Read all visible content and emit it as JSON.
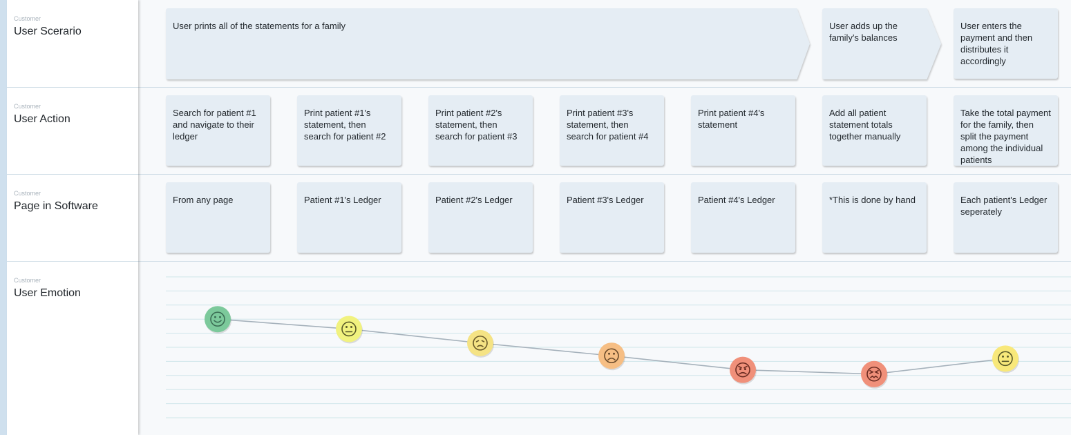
{
  "rows": [
    {
      "small": "Customer",
      "label": "User Scerario"
    },
    {
      "small": "Customer",
      "label": "User Action"
    },
    {
      "small": "Customer",
      "label": "Page in Software"
    },
    {
      "small": "Customer",
      "label": "User Emotion"
    }
  ],
  "scenarios": [
    "User prints all of the statements for a family",
    "User adds up the family's balances",
    "User enters the payment and then distributes it accordingly"
  ],
  "actions": [
    "Search for patient #1 and navigate to their ledger",
    "Print patient #1's statement, then search for patient #2",
    "Print patient #2's statement, then search for patient #3",
    "Print patient #3's statement, then search for patient #4",
    "Print patient #4's statement",
    "Add all patient statement totals together manually",
    "Take the total payment for the family, then split the payment among the individual patients"
  ],
  "pages": [
    "From any page",
    "Patient #1's Ledger",
    "Patient #2's Ledger",
    "Patient #3's Ledger",
    "Patient #4's Ledger",
    "*This is done by hand",
    "Each patient's Ledger seperately"
  ],
  "chart_data": {
    "type": "line",
    "x": [
      1,
      2,
      3,
      4,
      5,
      6,
      7
    ],
    "emotion_levels": [
      4,
      3.3,
      2.3,
      1.4,
      0.4,
      0.1,
      1.2
    ],
    "ylim": [
      -3,
      7
    ],
    "grid": true,
    "emotions": [
      {
        "icon": "smiling-face-icon",
        "color": "#7cc99b",
        "face": "#3c6e55"
      },
      {
        "icon": "neutral-face-icon",
        "color": "#f1f27f",
        "face": "#5a5a2a"
      },
      {
        "icon": "weary-face-icon",
        "color": "#f5e384",
        "face": "#6a5a2a"
      },
      {
        "icon": "frowning-face-icon",
        "color": "#f6be84",
        "face": "#6a4a2a"
      },
      {
        "icon": "angry-face-icon",
        "color": "#f0907a",
        "face": "#6b2c22"
      },
      {
        "icon": "confounded-face-icon",
        "color": "#f0907a",
        "face": "#6b2c22"
      },
      {
        "icon": "neutral-face-icon",
        "color": "#f8e87a",
        "face": "#5a5a2a"
      }
    ],
    "line_color": "#a5b1bb",
    "grid_color": "#cfe6ea"
  }
}
